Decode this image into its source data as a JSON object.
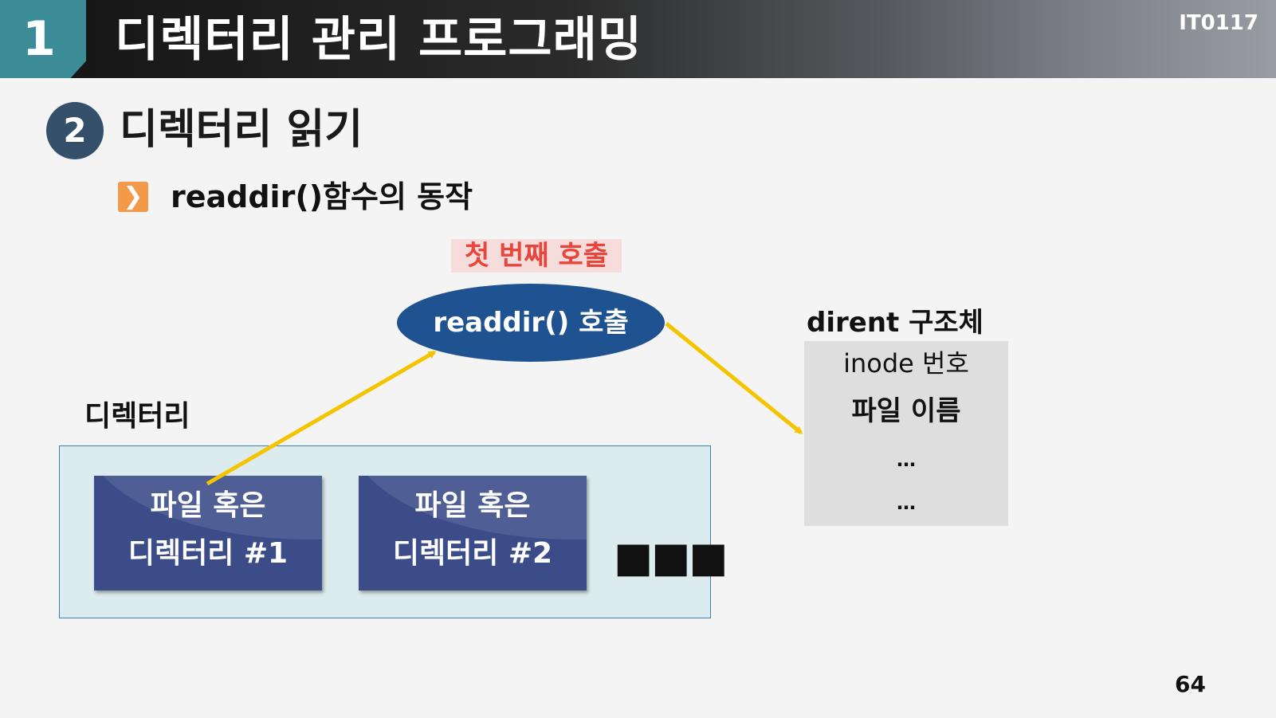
{
  "header": {
    "section_number": "1",
    "title": "디렉터리 관리 프로그래밍",
    "course_code": "IT0117"
  },
  "subsection": {
    "number": "2",
    "title": "디렉터리 읽기"
  },
  "bullet": {
    "icon": "chevron-right-icon",
    "text": "readdir()함수의 동작"
  },
  "diagram": {
    "call_label": "첫 번째 호출",
    "function_call": "readdir() 호출",
    "dirent": {
      "label": "dirent 구조체",
      "fields": [
        "inode 번호",
        "파일 이름",
        "…",
        "…"
      ]
    },
    "directory": {
      "label": "디렉터리",
      "entries": [
        {
          "line1": "파일 혹은",
          "line2": "디렉터리 #1"
        },
        {
          "line1": "파일 혹은",
          "line2": "디렉터리 #2"
        }
      ],
      "more": "■■■"
    },
    "colors": {
      "arrow": "#f5c400",
      "ellipse": "#1e5291",
      "entry_box": "#3c4c88",
      "container": "#dcecee",
      "call_label": "#e8453c",
      "section_accent": "#3b8c97"
    }
  },
  "page_number": "64"
}
